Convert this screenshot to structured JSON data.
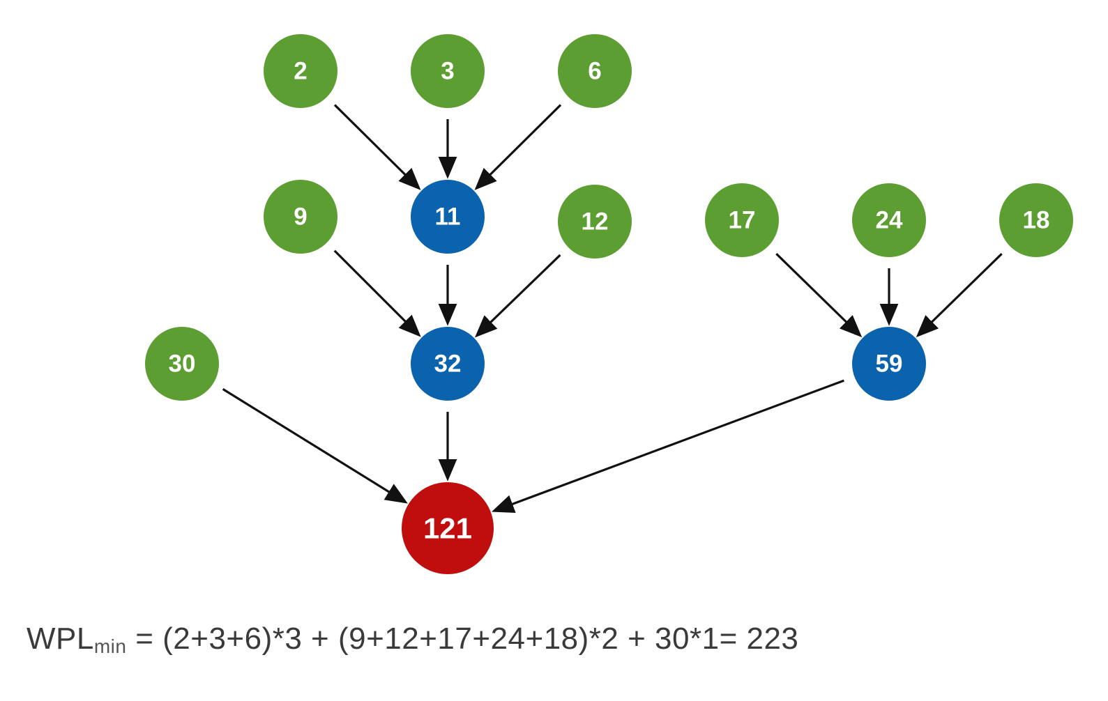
{
  "colors": {
    "leaf": "#5c9e31",
    "internal": "#0b63ad",
    "root": "#c00d0d",
    "edge": "#111111"
  },
  "tree": {
    "nodes": [
      {
        "id": "n2",
        "label": "2",
        "kind": "leaf"
      },
      {
        "id": "n3",
        "label": "3",
        "kind": "leaf"
      },
      {
        "id": "n6",
        "label": "6",
        "kind": "leaf"
      },
      {
        "id": "n9",
        "label": "9",
        "kind": "leaf"
      },
      {
        "id": "n11",
        "label": "11",
        "kind": "internal"
      },
      {
        "id": "n12",
        "label": "12",
        "kind": "leaf"
      },
      {
        "id": "n17",
        "label": "17",
        "kind": "leaf"
      },
      {
        "id": "n24",
        "label": "24",
        "kind": "leaf"
      },
      {
        "id": "n18",
        "label": "18",
        "kind": "leaf"
      },
      {
        "id": "n30",
        "label": "30",
        "kind": "leaf"
      },
      {
        "id": "n32",
        "label": "32",
        "kind": "internal"
      },
      {
        "id": "n59",
        "label": "59",
        "kind": "internal"
      },
      {
        "id": "n121",
        "label": "121",
        "kind": "root"
      }
    ],
    "edges": [
      {
        "from": "n2",
        "to": "n11"
      },
      {
        "from": "n3",
        "to": "n11"
      },
      {
        "from": "n6",
        "to": "n11"
      },
      {
        "from": "n9",
        "to": "n32"
      },
      {
        "from": "n11",
        "to": "n32"
      },
      {
        "from": "n12",
        "to": "n32"
      },
      {
        "from": "n17",
        "to": "n59"
      },
      {
        "from": "n24",
        "to": "n59"
      },
      {
        "from": "n18",
        "to": "n59"
      },
      {
        "from": "n30",
        "to": "n121"
      },
      {
        "from": "n32",
        "to": "n121"
      },
      {
        "from": "n59",
        "to": "n121"
      }
    ]
  },
  "formula": {
    "lhs": "WPL",
    "lhs_sub": "min",
    "rhs": " = (2+3+6)*3 + (9+12+17+24+18)*2 + 30*1= 223"
  }
}
